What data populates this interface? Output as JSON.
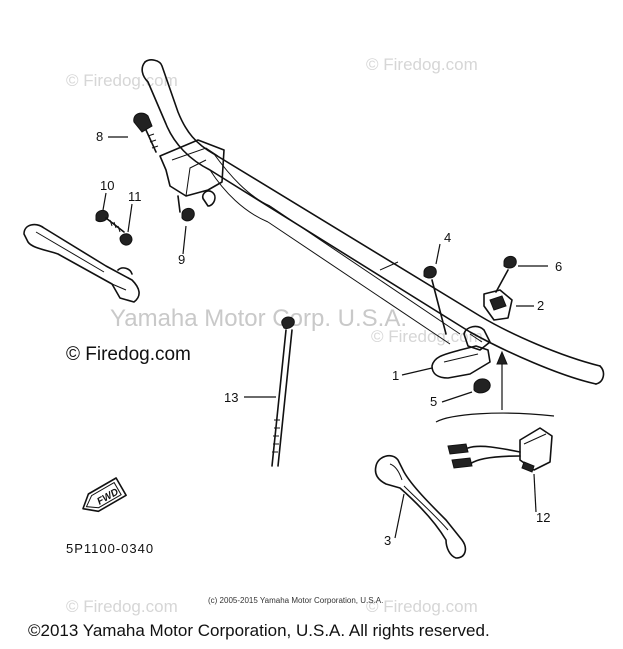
{
  "watermarks": {
    "tile_text": "© Firedog.com",
    "tile_text_alt": "Firedog.com",
    "overlay_text": "Yamaha Motor Corp. U.S.A."
  },
  "brand_mark": "© Firedog.com",
  "diagram_code": "5P1100-0340",
  "direction_tag": "FWD",
  "copyright_small": "(c) 2005-2015 Yamaha Motor Corporation, U.S.A.",
  "copyright_footer": "©2013 Yamaha Motor Corporation, U.S.A. All rights reserved.",
  "callouts": {
    "c1": "1",
    "c2": "2",
    "c3": "3",
    "c4": "4",
    "c5": "5",
    "c6": "6",
    "c8": "8",
    "c9": "9",
    "c10": "10",
    "c11": "11",
    "c12": "12",
    "c13": "13"
  }
}
